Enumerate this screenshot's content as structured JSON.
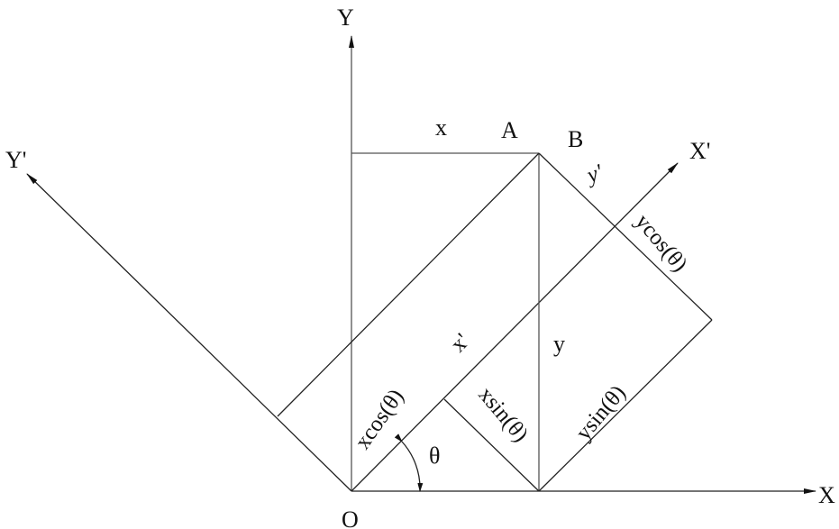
{
  "labels": {
    "axis_x": "X",
    "axis_y": "Y",
    "axis_x_prime": "X'",
    "axis_y_prime": "Y'",
    "origin": "O",
    "point_a": "A",
    "point_b": "B",
    "x": "x",
    "y": "y",
    "x_prime": "x'",
    "y_prime": "y'",
    "theta": "θ",
    "xcos": "xcos(θ)",
    "xsin": "xsin(θ)",
    "ycos": "ycos(θ)",
    "ysin": "ysin(θ)"
  }
}
